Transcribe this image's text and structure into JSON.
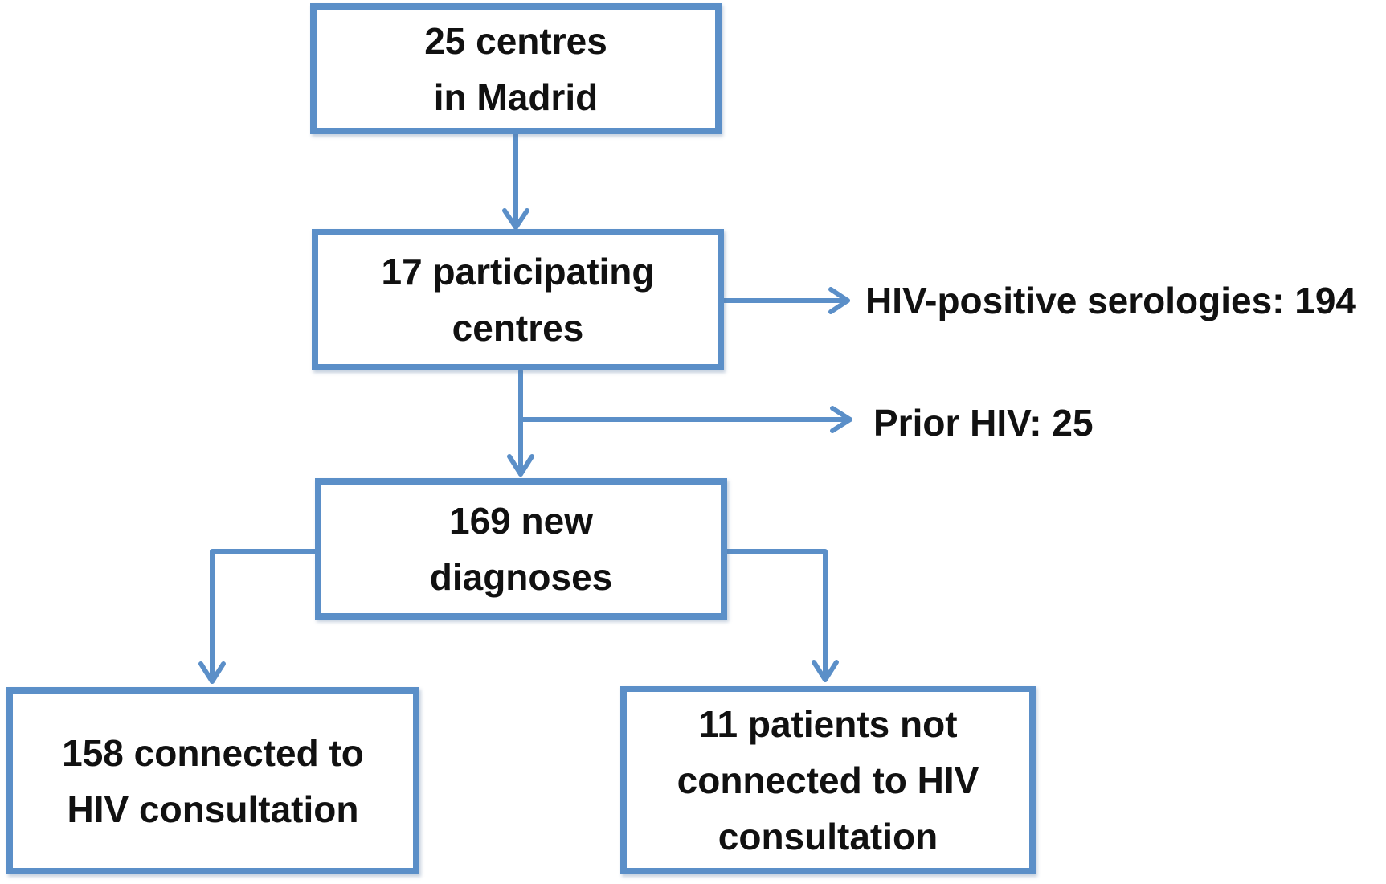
{
  "flowchart": {
    "line_color": "#5b8fc8",
    "text_color": "#111111",
    "nodes": {
      "centres_madrid": [
        "25 centres",
        "in Madrid"
      ],
      "participating_centres": [
        "17 participating",
        "centres"
      ],
      "new_diagnoses": [
        "169 new",
        "diagnoses"
      ],
      "connected": [
        "158 connected to",
        "HIV consultation"
      ],
      "not_connected": [
        "11 patients not",
        "connected to HIV",
        "consultation"
      ]
    },
    "side_labels": {
      "hiv_positive": "HIV-positive serologies: 194",
      "prior_hiv": "Prior HIV: 25"
    }
  }
}
